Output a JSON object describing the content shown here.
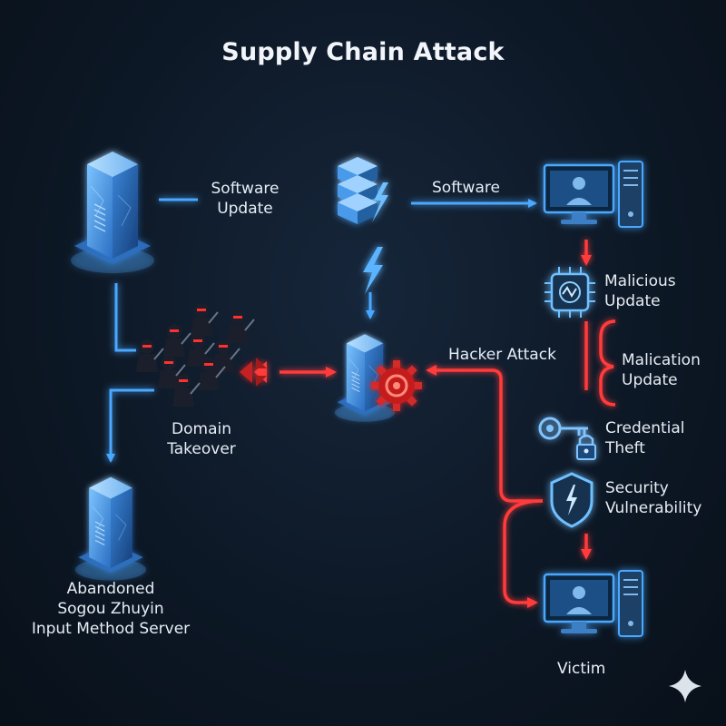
{
  "title": "Supply Chain Attack",
  "labels": {
    "software_update": [
      "Software",
      "Update"
    ],
    "software": "Software",
    "malicious_update": [
      "Malicious",
      "Update"
    ],
    "hacker_attack": "Hacker Attack",
    "malication_update": [
      "Malication",
      "Update"
    ],
    "domain_takeover": [
      "Domain",
      "Takeover"
    ],
    "credential_theft": [
      "Credential",
      "Theft"
    ],
    "security_vulnerability": [
      "Security",
      "Vulnerability"
    ],
    "abandoned_server": [
      "Abandoned",
      "Sogou Zhuyin",
      "Input Method Server"
    ],
    "victim": "Victim"
  },
  "icons": {
    "server": "server-tower-icon",
    "stack": "database-stack-icon",
    "monitor": "desktop-computer-icon",
    "chip": "malware-chip-icon",
    "gear": "gear-icon",
    "key": "key-icon",
    "lock": "padlock-icon",
    "shield": "shield-warning-icon",
    "hackers": "hacker-group-icon",
    "lightning": "lightning-icon",
    "sparkle": "sparkle-icon"
  },
  "colors": {
    "background": "#0d1826",
    "blue_flow": "#4aa8ff",
    "red_flow": "#ff3b3b",
    "server_blue": "#3f8fe0"
  }
}
